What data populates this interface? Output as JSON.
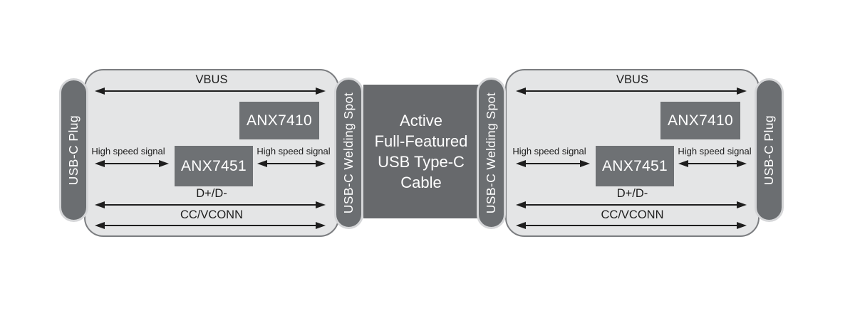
{
  "colors": {
    "background": "#ffffff",
    "panel_fill": "#e4e5e6",
    "panel_border": "#7b7d80",
    "pill_fill": "#6b6e71",
    "pill_border": "#d5d6d8",
    "chip_fill": "#6e7174",
    "cable_fill": "#67696c",
    "arrow_and_text": "#1e1e1e",
    "text_on_dark": "#ffffff"
  },
  "cable": {
    "title": "Active\nFull-Featured\nUSB Type-C\nCable"
  },
  "left": {
    "plug": "USB-C Plug",
    "weld": "USB-C Welding Spot",
    "vbus": "VBUS",
    "chip_top": "ANX7410",
    "chip_mid": "ANX7451",
    "hs_left": "High speed signal",
    "hs_right": "High speed signal",
    "dp": "D+/D-",
    "cc": "CC/VCONN"
  },
  "right": {
    "plug": "USB-C Plug",
    "weld": "USB-C Welding Spot",
    "vbus": "VBUS",
    "chip_top": "ANX7410",
    "chip_mid": "ANX7451",
    "hs_left": "High speed signal",
    "hs_right": "High speed signal",
    "dp": "D+/D-",
    "cc": "CC/VCONN"
  }
}
